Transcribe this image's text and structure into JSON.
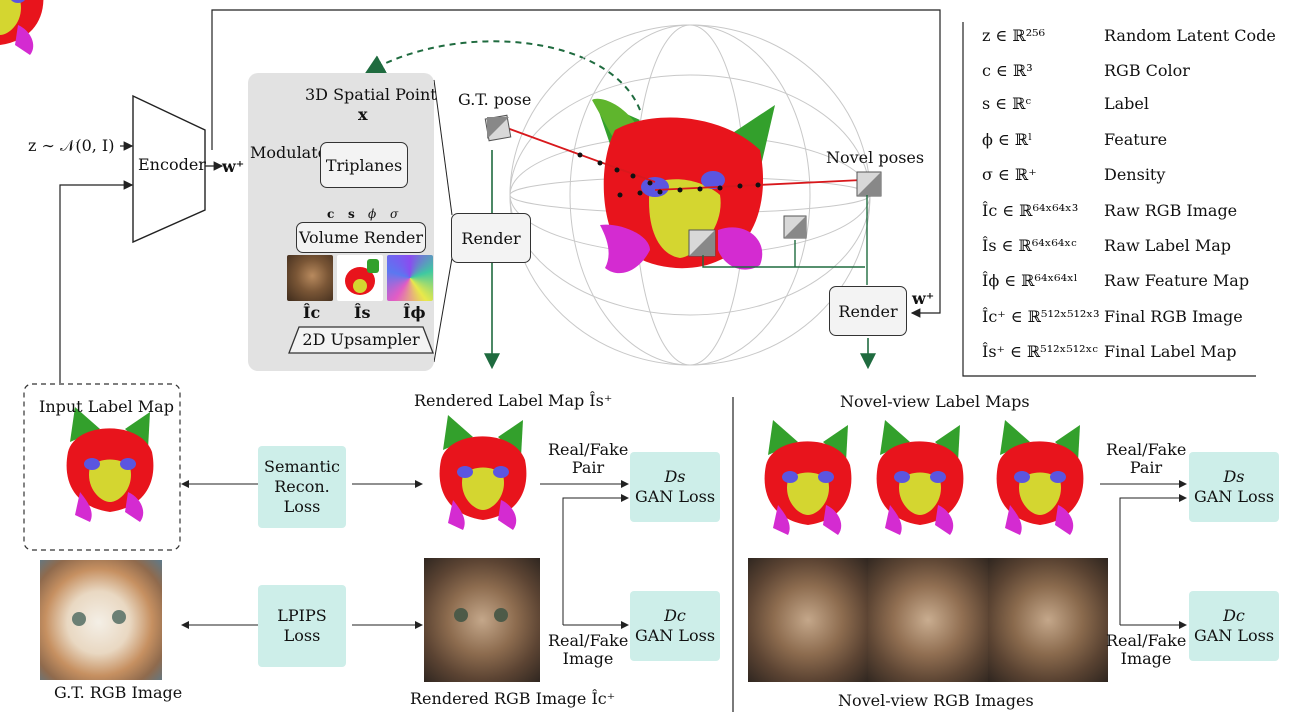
{
  "encoder": {
    "input": "z ∼ 𝒩(0, I)",
    "label": "Encoder",
    "w_out": "w⁺"
  },
  "generator": {
    "spatial_point": "3D Spatial Point",
    "x_symbol": "x",
    "modulate": "Modulate",
    "triplanes": "Triplanes",
    "outputs": [
      "c",
      "s",
      "ϕ",
      "σ"
    ],
    "volume_render": "Volume Render",
    "image_labels": [
      "Îc",
      "Îs",
      "Îϕ"
    ],
    "upsampler": "2D Upsampler"
  },
  "render_center": "Render",
  "render_right": "Render",
  "render_right_w": "w⁺",
  "poses": {
    "gt": "G.T. pose",
    "novel": "Novel poses"
  },
  "legend": [
    {
      "symbol": "z ∈ ℝ²⁵⁶",
      "desc": "Random Latent Code"
    },
    {
      "symbol": "c ∈ ℝ³",
      "desc": "RGB Color"
    },
    {
      "symbol": "s ∈ ℝᶜ",
      "desc": "Label"
    },
    {
      "symbol": "ϕ ∈ ℝˡ",
      "desc": "Feature"
    },
    {
      "symbol": "σ ∈ ℝ⁺",
      "desc": "Density"
    },
    {
      "symbol": "Îc ∈ ℝ⁶⁴ˣ⁶⁴ˣ³",
      "desc": "Raw RGB Image"
    },
    {
      "symbol": "Îs ∈ ℝ⁶⁴ˣ⁶⁴ˣᶜ",
      "desc": "Raw Label Map"
    },
    {
      "symbol": "Îϕ ∈ ℝ⁶⁴ˣ⁶⁴ˣˡ",
      "desc": "Raw Feature Map"
    },
    {
      "symbol": "Îc⁺ ∈ ℝ⁵¹²ˣ⁵¹²ˣ³",
      "desc": "Final RGB Image"
    },
    {
      "symbol": "Îs⁺ ∈ ℝ⁵¹²ˣ⁵¹²ˣᶜ",
      "desc": "Final Label Map"
    }
  ],
  "bottom": {
    "input_label_map": "Input Label Map",
    "gt_rgb": "G.T. RGB Image",
    "semantic_loss": [
      "Semantic",
      "Recon.",
      "Loss"
    ],
    "lpips_loss": [
      "LPIPS",
      "Loss"
    ],
    "rendered_label_map": "Rendered Label Map Îs⁺",
    "rendered_rgb": "Rendered RGB Image Îc⁺",
    "real_fake_pair": [
      "Real/Fake",
      "Pair"
    ],
    "real_fake_image": [
      "Real/Fake",
      "Image"
    ],
    "ds": "Ds",
    "dc": "Dc",
    "gan_loss": "GAN Loss",
    "novel_label_maps": "Novel-view Label Maps",
    "novel_rgb": "Novel-view RGB Images"
  },
  "colors": {
    "teal": "#cdeee9",
    "panel": "#e2e2e2",
    "label_red": "#e8141c",
    "label_green": "#33a02c",
    "label_yellow": "#d4d630",
    "label_blue": "#5b55e0",
    "label_magenta": "#d42bd1",
    "arrow_green": "#1f6b3f"
  }
}
